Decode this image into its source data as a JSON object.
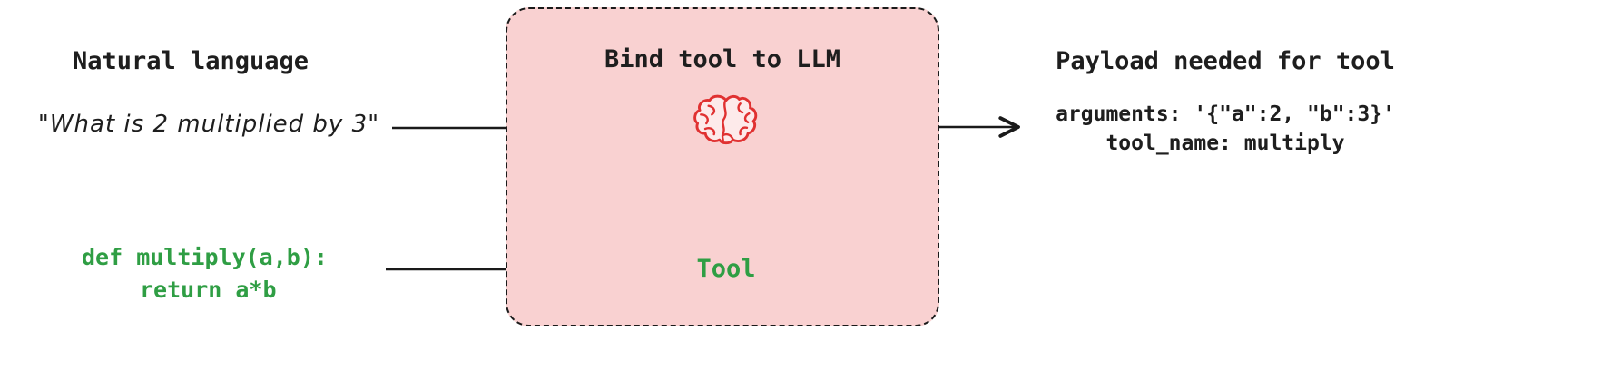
{
  "natural_language": {
    "heading": "Natural language",
    "quote": "\"What is 2 multiplied by 3\""
  },
  "tool_code": {
    "line1": "def multiply(a,b):",
    "line2": "return a*b"
  },
  "bind_box": {
    "heading": "Bind tool to LLM",
    "brain_icon": "brain-icon",
    "tool_label": "Tool"
  },
  "payload": {
    "heading": "Payload needed for tool",
    "line1": "arguments: '{\"a\":2, \"b\":3}'",
    "line2": "tool_name: multiply"
  },
  "colors": {
    "box_bg": "#f9d1d1",
    "border": "#1a1a1a",
    "green": "#2f9e44",
    "red": "#e03131",
    "text": "#1e1e1e"
  }
}
